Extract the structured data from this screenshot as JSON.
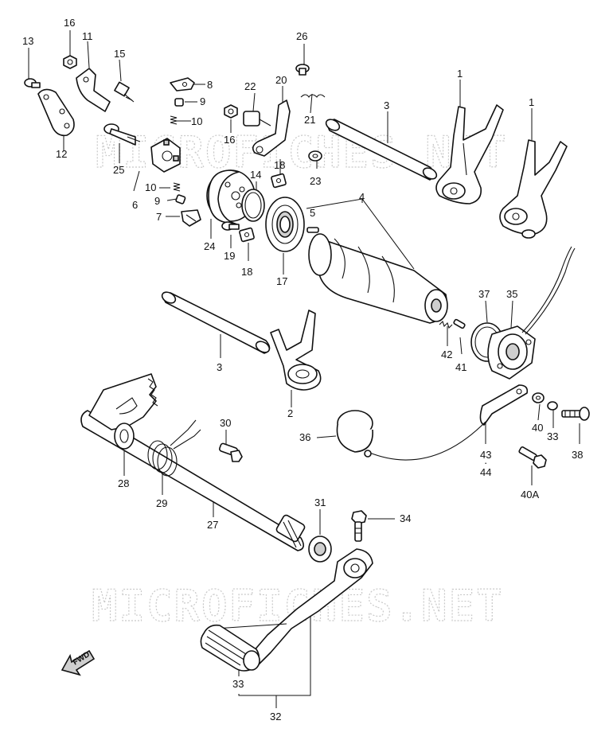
{
  "watermark": {
    "top": "MICROFICHES.NET",
    "bottom": "MICROFICHES.NET"
  },
  "fwd_arrow_label": "FWD",
  "callouts": {
    "c1a": "1",
    "c1b": "1",
    "c2": "2",
    "c3a": "3",
    "c3b": "3",
    "c4": "4",
    "c5": "5",
    "c6": "6",
    "c7": "7",
    "c8": "8",
    "c9a": "9",
    "c9b": "9",
    "c10a": "10",
    "c10b": "10",
    "c11": "11",
    "c12": "12",
    "c13": "13",
    "c14": "14",
    "c15": "15",
    "c16a": "16",
    "c16b": "16",
    "c17": "17",
    "c18a": "18",
    "c18b": "18",
    "c19": "19",
    "c20": "20",
    "c21": "21",
    "c22": "22",
    "c23": "23",
    "c24": "24",
    "c25": "25",
    "c26": "26",
    "c27": "27",
    "c28": "28",
    "c29": "29",
    "c30": "30",
    "c31": "31",
    "c32": "32",
    "c33a": "33",
    "c33b": "33",
    "c34": "34",
    "c35": "35",
    "c36": "36",
    "c37": "37",
    "c38": "38",
    "c40": "40",
    "c40a": "40A",
    "c41": "41",
    "c42": "42",
    "c43": "43",
    "c43dot": "·",
    "c44": "44"
  }
}
